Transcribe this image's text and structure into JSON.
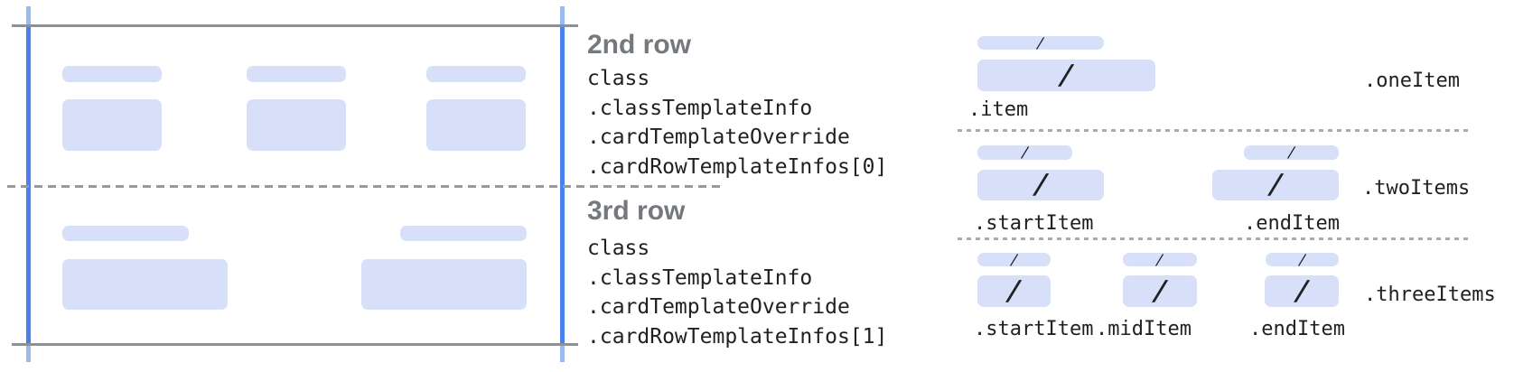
{
  "card": {
    "rows": [
      {
        "heading": "2nd row",
        "code_lines": [
          "class",
          ".classTemplateInfo",
          ".cardTemplateOverride",
          ".cardRowTemplateInfos[0]"
        ]
      },
      {
        "heading": "3rd row",
        "code_lines": [
          "class",
          ".classTemplateInfo",
          ".cardTemplateOverride",
          ".cardRowTemplateInfos[1]"
        ]
      }
    ]
  },
  "legend_sections": [
    {
      "name": ".oneItem",
      "item_labels": [
        ".item"
      ]
    },
    {
      "name": ".twoItems",
      "item_labels": [
        ".startItem",
        ".endItem"
      ]
    },
    {
      "name": ".threeItems",
      "item_labels": [
        ".startItem",
        ".midItem",
        ".endItem"
      ]
    }
  ],
  "glyphs": {
    "separator_slash": "/"
  },
  "colors": {
    "placeholder_blue": "#d7e0f8",
    "guide_line_blue": "#4a80ec",
    "guide_line_gray": "#8e9194",
    "heading_gray": "#75797d",
    "code_text": "#202124"
  }
}
